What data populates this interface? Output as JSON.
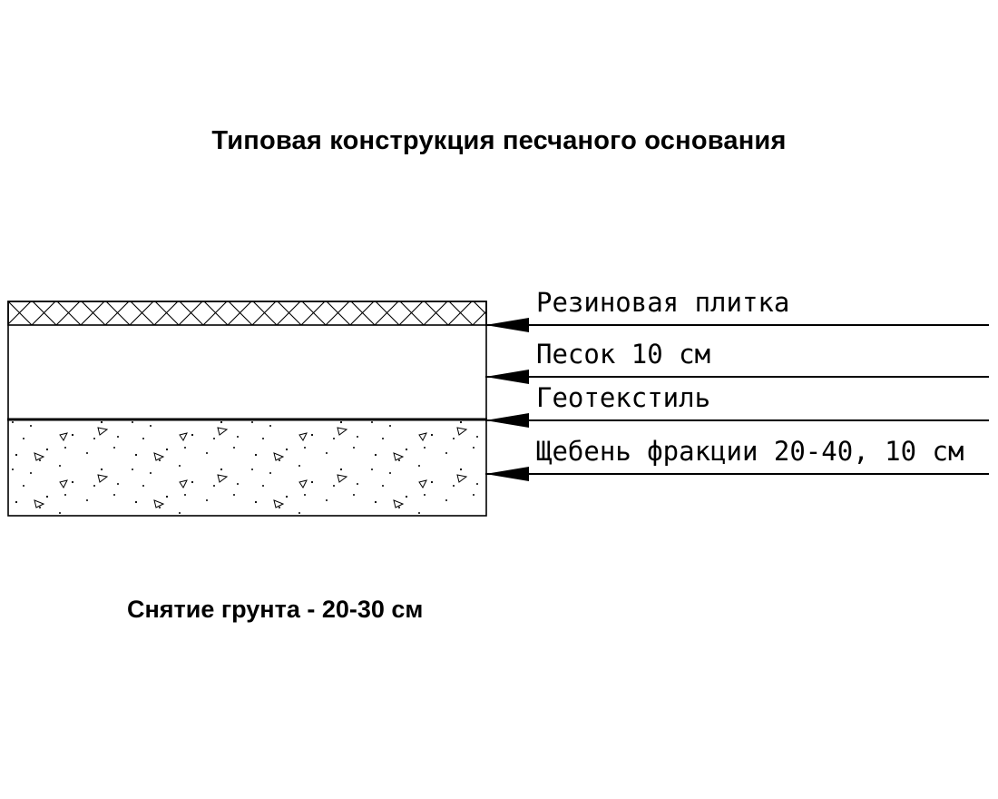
{
  "title": "Типовая конструкция песчаного основания",
  "diagram": {
    "layers": [
      {
        "id": "rubber-tile",
        "label": "Резиновая плитка"
      },
      {
        "id": "sand",
        "label": "Песок 10 см"
      },
      {
        "id": "geotextile",
        "label": "Геотекстиль"
      },
      {
        "id": "gravel",
        "label": "Щебень фракции 20-40, 10 см"
      }
    ],
    "note": "Снятие грунта - 20-30 см"
  },
  "colors": {
    "ink": "#000000",
    "background": "#ffffff"
  }
}
